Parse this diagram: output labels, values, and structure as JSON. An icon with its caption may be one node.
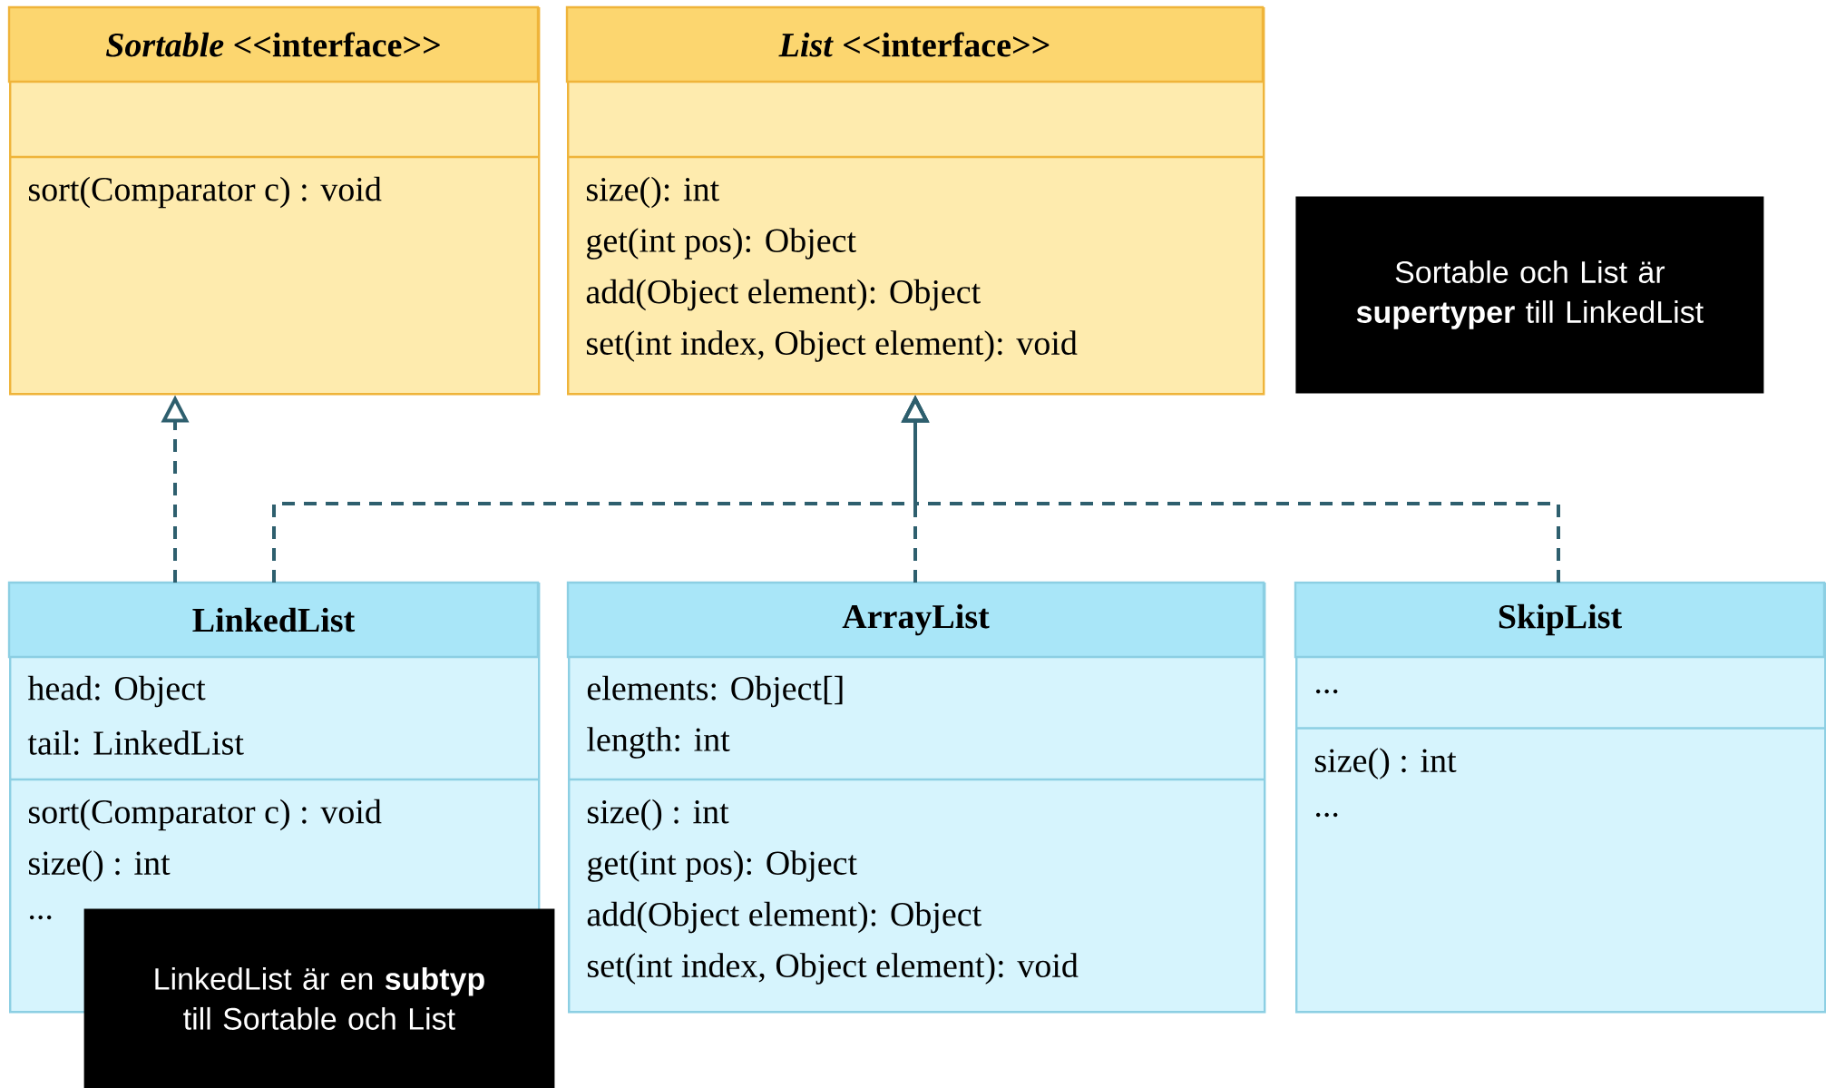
{
  "diagram": {
    "nodes": [
      {
        "text": [
          "*Sortable* <<interface>>",
          "sort(Comparator c) : void"
        ]
      },
      {
        "text": [
          "*List* <<interface>>",
          "size(): int",
          "get(int pos): Object",
          "add(Object element): Object",
          "set(int index, Object element): void"
        ]
      },
      {
        "text": [
          "Sortable och List är **supertyper** till LinkedList"
        ]
      },
      {
        "text": [
          "LinkedList",
          "head: Object",
          "tail: LinkedList",
          "sort(Comparator c) : void",
          "size() : int",
          "..."
        ]
      },
      {
        "text": [
          "ArrayList",
          "elements: Object[]",
          "length: int",
          "size() : int",
          "get(int pos): Object",
          "add(Object element): Object",
          "set(int index, Object element): void"
        ]
      },
      {
        "text": [
          "SkipList",
          "...",
          "size() : int",
          "..."
        ]
      },
      {
        "text": [
          "LinkedList är en **subtyp** till Sortable och List"
        ]
      }
    ],
    "edges": [
      {
        "from": 3,
        "to": 0,
        "arrow": "to",
        "style": "dashed",
        "color": "#2e5f6e"
      },
      {
        "from": 3,
        "to": 1,
        "arrow": "to",
        "style": "dashed",
        "color": "#2e5f6e"
      },
      {
        "from": 4,
        "to": 1,
        "arrow": "to",
        "style": "dashed",
        "color": "#2e5f6e"
      },
      {
        "from": 5,
        "to": 1,
        "arrow": "to",
        "style": "dashed",
        "color": "#2e5f6e"
      }
    ]
  }
}
